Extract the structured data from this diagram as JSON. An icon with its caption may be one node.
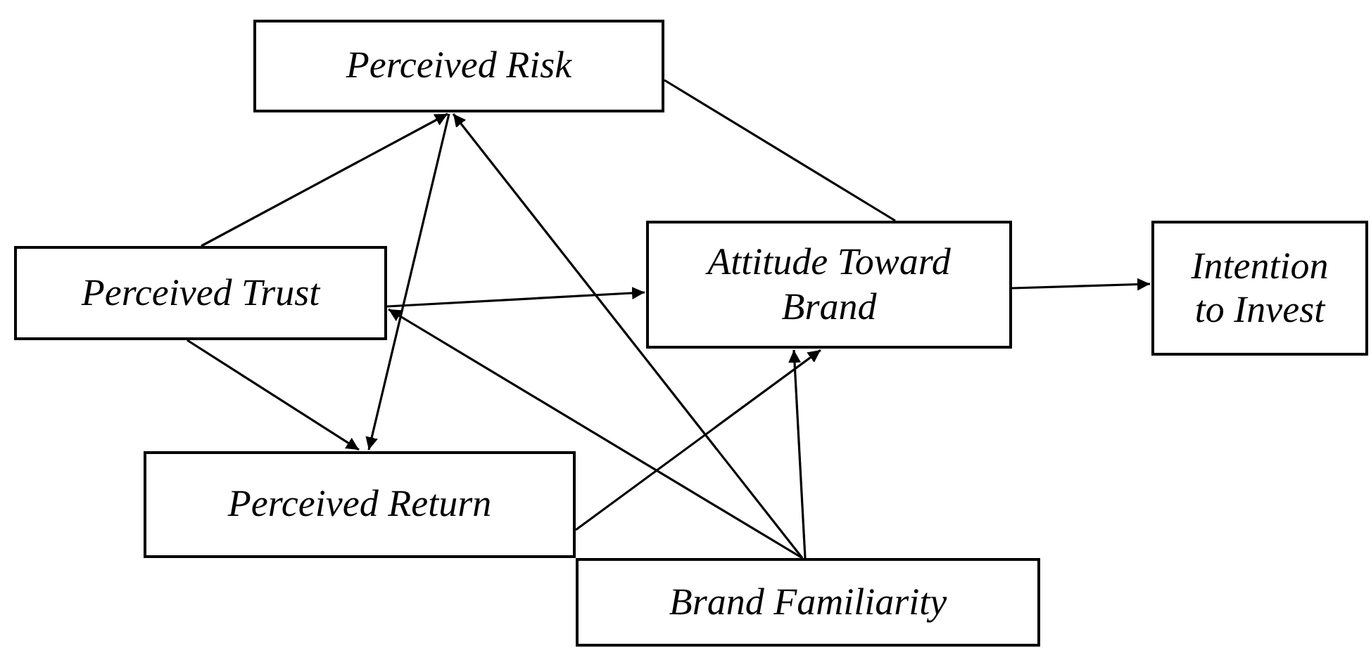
{
  "diagram": {
    "nodes": [
      {
        "text": [
          "Perceived Risk"
        ]
      },
      {
        "text": [
          "Perceived Trust"
        ]
      },
      {
        "text": [
          "Attitude Toward Brand"
        ]
      },
      {
        "text": [
          "Intention to Invest"
        ]
      },
      {
        "text": [
          "Perceived Return"
        ]
      },
      {
        "text": [
          "Brand Familiarity"
        ]
      }
    ],
    "edges": [
      {
        "from": 1,
        "to": 0,
        "arrow": "to"
      },
      {
        "from": 0,
        "to": 4,
        "arrow": "to"
      },
      {
        "from": 1,
        "to": 2,
        "arrow": "to"
      },
      {
        "from": 1,
        "to": 4,
        "arrow": "to"
      },
      {
        "from": 5,
        "to": 0,
        "arrow": "to"
      },
      {
        "from": 5,
        "to": 1,
        "arrow": "to"
      },
      {
        "from": 5,
        "to": 2,
        "arrow": "to"
      },
      {
        "from": 4,
        "to": 2,
        "arrow": "to"
      },
      {
        "from": 0,
        "to": 2,
        "arrow": "none"
      },
      {
        "from": 2,
        "to": 3,
        "arrow": "to"
      }
    ]
  }
}
